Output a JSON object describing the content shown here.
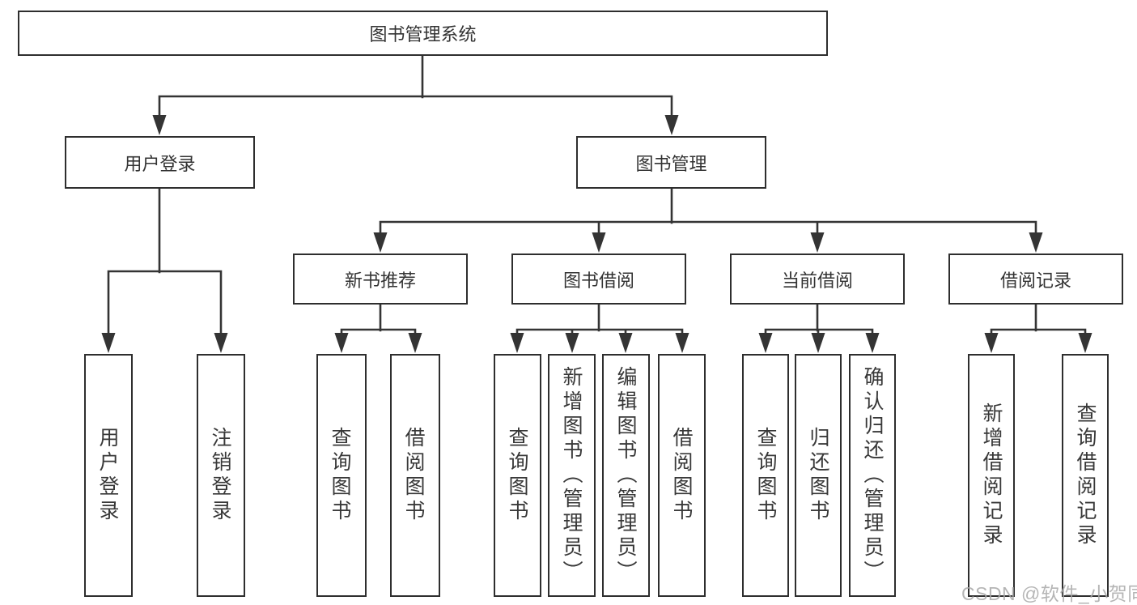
{
  "diagram": {
    "root": {
      "label": "图书管理系统"
    },
    "branches": [
      {
        "label": "用户登录",
        "children": [
          {
            "label": "用户登录"
          },
          {
            "label": "注销登录"
          }
        ]
      },
      {
        "label": "图书管理",
        "children": [
          {
            "label": "新书推荐",
            "children": [
              {
                "label": "查询图书"
              },
              {
                "label": "借阅图书"
              }
            ]
          },
          {
            "label": "图书借阅",
            "children": [
              {
                "label": "查询图书"
              },
              {
                "label": "新增图书（管理员）"
              },
              {
                "label": "编辑图书（管理员）"
              },
              {
                "label": "借阅图书"
              }
            ]
          },
          {
            "label": "当前借阅",
            "children": [
              {
                "label": "查询图书"
              },
              {
                "label": "归还图书"
              },
              {
                "label": "确认归还（管理员）"
              }
            ]
          },
          {
            "label": "借阅记录",
            "children": [
              {
                "label": "新增借阅记录"
              },
              {
                "label": "查询借阅记录"
              }
            ]
          }
        ]
      }
    ]
  },
  "watermark": "CSDN @软件_小贺同学",
  "colors": {
    "line": "#343434",
    "box_border": "#2e2e2e",
    "text": "#333333",
    "background": "#ffffff",
    "watermark": "#a8a8a8"
  }
}
